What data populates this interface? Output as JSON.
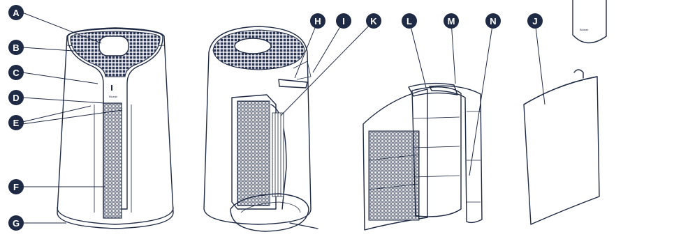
{
  "callouts": [
    {
      "key": "A",
      "label": "A"
    },
    {
      "key": "B",
      "label": "B"
    },
    {
      "key": "C",
      "label": "C"
    },
    {
      "key": "D",
      "label": "D"
    },
    {
      "key": "E",
      "label": "E"
    },
    {
      "key": "F",
      "label": "F"
    },
    {
      "key": "G",
      "label": "G"
    },
    {
      "key": "H",
      "label": "H"
    },
    {
      "key": "I",
      "label": "I"
    },
    {
      "key": "K",
      "label": "K"
    },
    {
      "key": "L",
      "label": "L"
    },
    {
      "key": "M",
      "label": "M"
    },
    {
      "key": "N",
      "label": "N"
    },
    {
      "key": "J",
      "label": "J"
    }
  ],
  "brand_mark": "Blueair",
  "colors": {
    "badge_fill": "#1f2a44",
    "ink": "#1f2a44",
    "background": "#ffffff"
  }
}
